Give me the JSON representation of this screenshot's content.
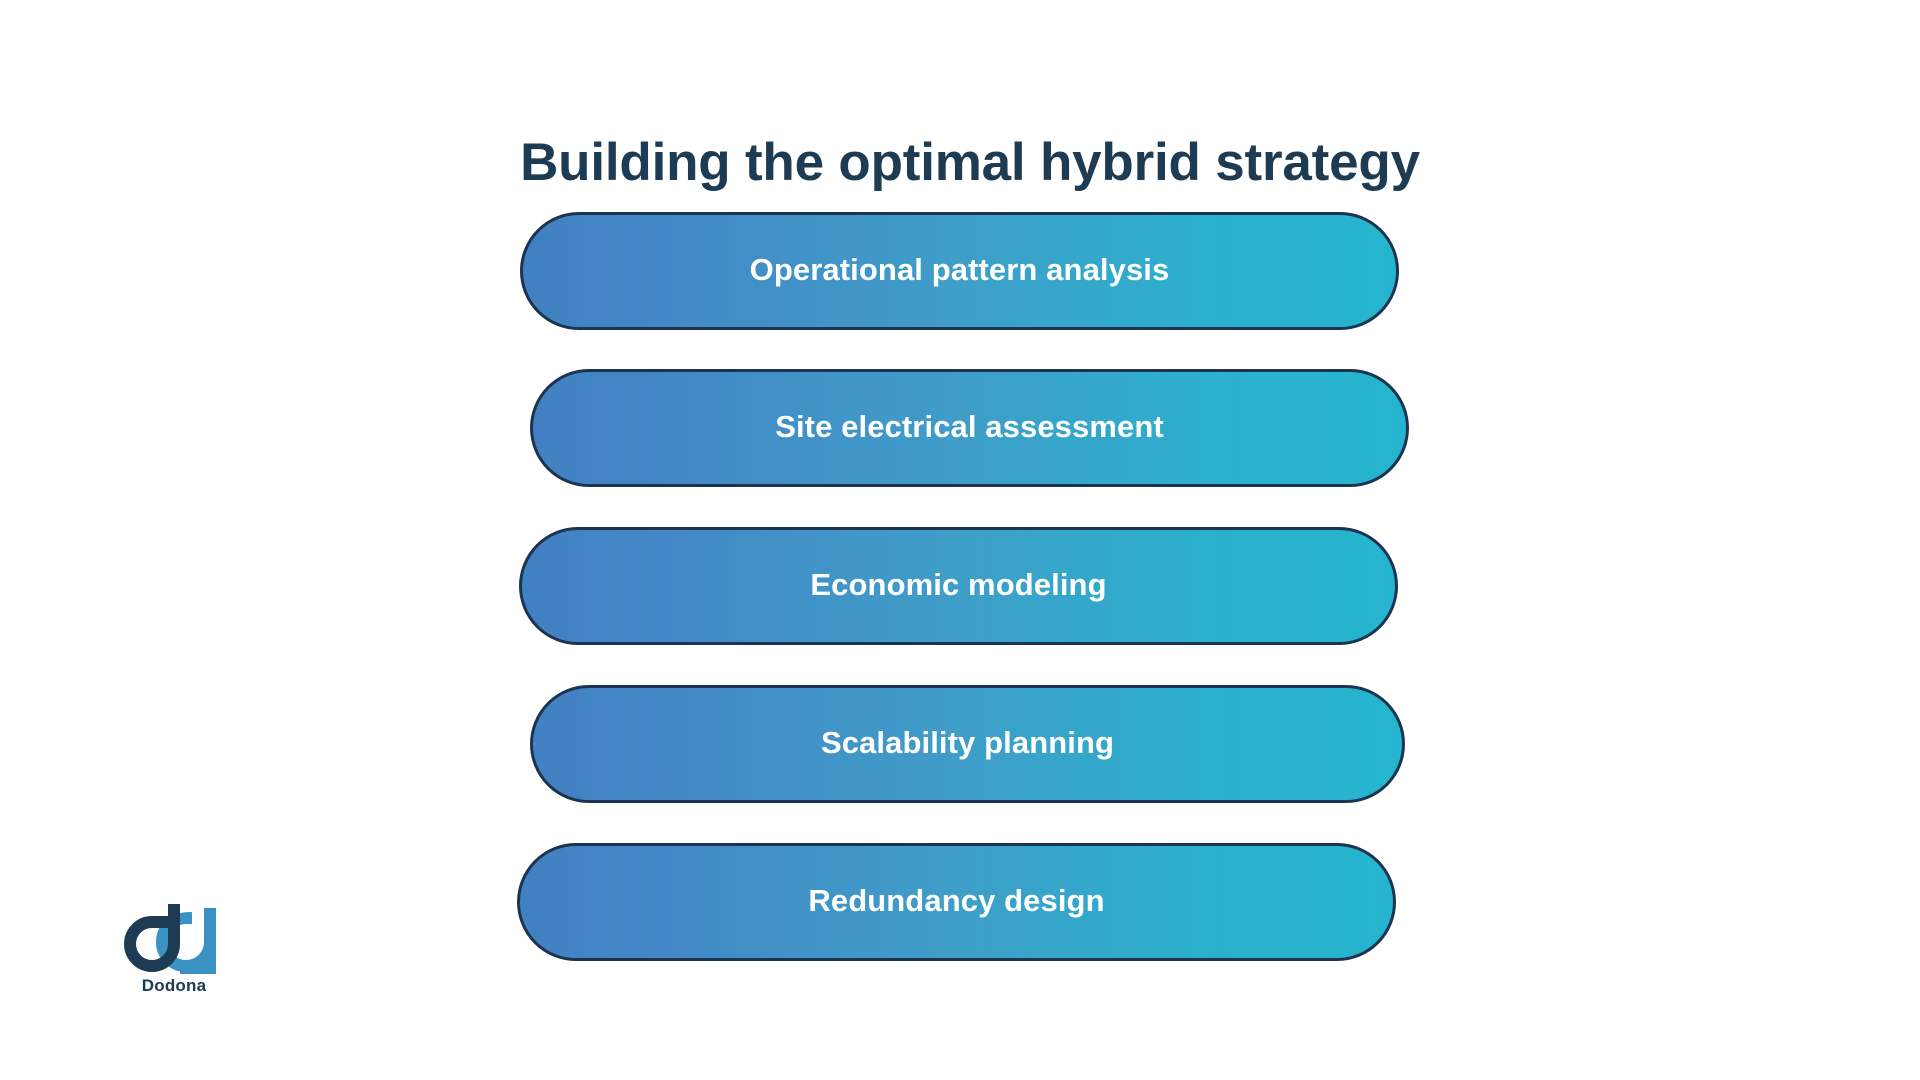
{
  "slide": {
    "title": "Building the optimal hybrid strategy",
    "background_color": "#ffffff",
    "title_color": "#1d3b52"
  },
  "steps": {
    "border_color": "#1d3450",
    "gradient_start_color": "#4180c2",
    "gradient_end_color": "#25b4cf",
    "label_color": "#ffffff",
    "items": [
      {
        "label": "Operational pattern analysis"
      },
      {
        "label": "Site electrical assessment"
      },
      {
        "label": "Economic modeling"
      },
      {
        "label": "Scalability planning"
      },
      {
        "label": "Redundancy design"
      }
    ]
  },
  "logo": {
    "name": "Dodona",
    "caption": "Dodona",
    "dark_color": "#1d3b52",
    "light_color": "#3a92c4"
  }
}
